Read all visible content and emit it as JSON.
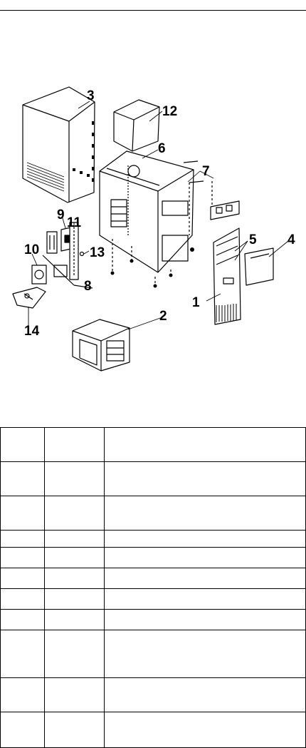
{
  "callouts": {
    "c1": "1",
    "c2": "2",
    "c3": "3",
    "c4": "4",
    "c5": "5",
    "c6": "6",
    "c7": "7",
    "c8": "8",
    "c9": "9",
    "c10": "10",
    "c11": "11",
    "c12": "12",
    "c13": "13",
    "c14": "14"
  },
  "parts_table": {
    "rows": [
      [
        "",
        "",
        ""
      ],
      [
        "",
        "",
        ""
      ],
      [
        "",
        "",
        ""
      ],
      [
        "",
        "",
        ""
      ],
      [
        "",
        "",
        ""
      ],
      [
        "",
        "",
        ""
      ],
      [
        "",
        "",
        ""
      ],
      [
        "",
        "",
        ""
      ],
      [
        "",
        "",
        ""
      ],
      [
        "",
        "",
        ""
      ],
      [
        "",
        "",
        ""
      ]
    ]
  }
}
